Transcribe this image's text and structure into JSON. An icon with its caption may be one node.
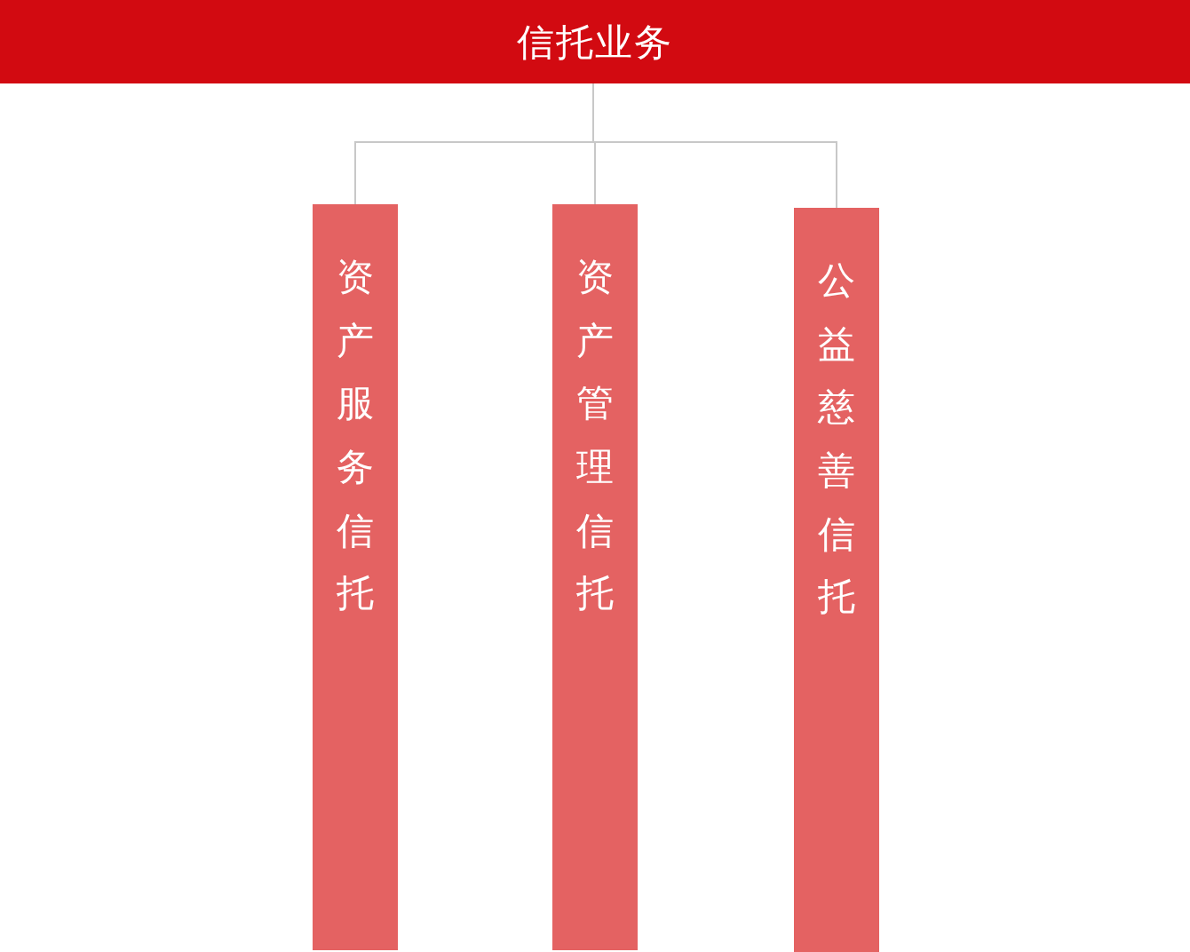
{
  "diagram": {
    "nodes": [
      {
        "text": [
          "信托业务"
        ]
      },
      {
        "text": [
          "资产服务信托"
        ]
      },
      {
        "text": [
          "资产管理信托"
        ]
      },
      {
        "text": [
          "公益慈善信托"
        ]
      }
    ],
    "edges": [
      {
        "from": 0,
        "to": 1,
        "arrow": "none"
      },
      {
        "from": 0,
        "to": 2,
        "arrow": "none"
      },
      {
        "from": 0,
        "to": 3,
        "arrow": "none"
      }
    ]
  }
}
